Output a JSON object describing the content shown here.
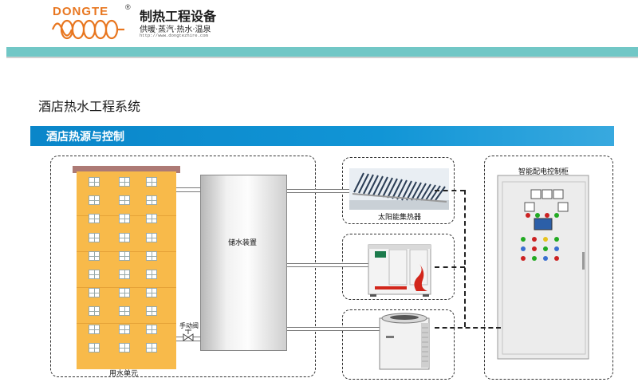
{
  "header": {
    "logo_text": "DONGTE",
    "registered_mark": "®",
    "brand_title": "制热工程设备",
    "brand_subtitle": "供暖·蒸汽·热水·温泉",
    "brand_url": "http://www.dongtezhire.com",
    "band_color": "#71c7c6",
    "logo_color": "#e8761f"
  },
  "page": {
    "heading": "酒店热水工程系统",
    "section_title": "酒店热源与控制",
    "section_color": "#0a86c9"
  },
  "diagram": {
    "building_label": "用水单元",
    "building_color": "#f8ba4a",
    "tank_label": "储水装置",
    "valve_label": "手动阀",
    "solar_label": "太阳能集热器",
    "cabinet_label": "智能配电控制柜"
  }
}
